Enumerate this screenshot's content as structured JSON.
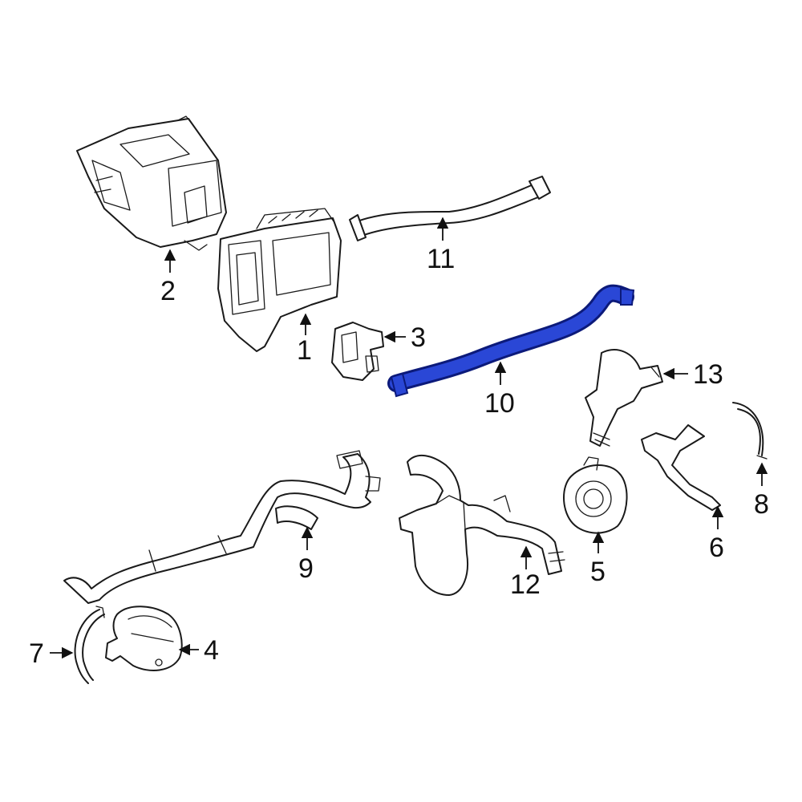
{
  "accent_color": "#1a2fb8",
  "callouts": {
    "c1": "1",
    "c2": "2",
    "c3": "3",
    "c4": "4",
    "c5": "5",
    "c6": "6",
    "c7": "7",
    "c8": "8",
    "c9": "9",
    "c10": "10",
    "c11": "11",
    "c12": "12",
    "c13": "13"
  },
  "highlighted_part": "10"
}
